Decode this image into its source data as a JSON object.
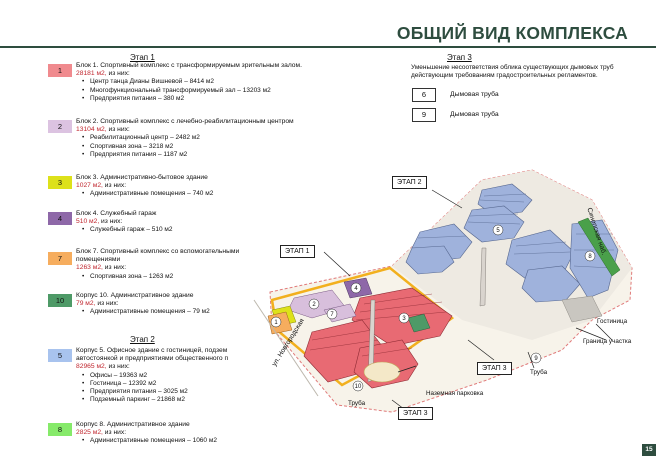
{
  "title": "ОБЩИЙ ВИД КОМПЛЕКСА",
  "page_number": "15",
  "stage1": {
    "heading": "Этап 1",
    "blocks": [
      {
        "num": "1",
        "color": "#f08a8e",
        "title": "Блок 1. Спортивный комплекс с трансформируемым зрительным залом.",
        "area": "28181 м2,",
        "area_suffix": " из них:",
        "items": [
          "Центр танца Дианы Вишневой – 8414 м2",
          "Многофункциональный трансформируемый зал – 13203 м2",
          "Предприятия питания – 380 м2"
        ]
      },
      {
        "num": "2",
        "color": "#dcc3e1",
        "title": "Блок 2. Спортивный комплекс с лечебно-реабилитационным центром",
        "area": "13104 м2,",
        "area_suffix": " из них:",
        "items": [
          "Реабилитационный центр – 2482 м2",
          "Спортивная зона – 3218 м2",
          "Предприятия питания – 1187 м2"
        ]
      },
      {
        "num": "3",
        "color": "#dde11a",
        "title": "Блок 3. Административно-бытовое здание",
        "area": "1027 м2,",
        "area_suffix": " из них:",
        "items": [
          "Административные помещения – 740 м2"
        ]
      },
      {
        "num": "4",
        "color": "#8e68a8",
        "title": "Блок 4. Служебный гараж",
        "area": "510 м2,",
        "area_suffix": " из них:",
        "items": [
          "Служебный гараж – 510 м2"
        ]
      },
      {
        "num": "7",
        "color": "#f6ad5e",
        "title": "Блок 7. Спортивный комплекс со вспомогательными",
        "title2": "помещениями",
        "area": "1263 м2,",
        "area_suffix": " из них:",
        "items": [
          "Спортивная зона – 1263 м2"
        ]
      },
      {
        "num": "10",
        "color": "#4e9a67",
        "title": "Корпус 10. Административное здание",
        "area": "79 м2,",
        "area_suffix": " из них:",
        "items": [
          "Административные помещения – 79 м2"
        ]
      }
    ]
  },
  "stage2": {
    "heading": "Этап 2",
    "blocks": [
      {
        "num": "5",
        "color": "#a8c3ee",
        "title": "Корпус 5. Офисное здание с гостиницей,  подзем",
        "title2": "автостоянкой и предприятиями общественного п",
        "area": "82965 м2,",
        "area_suffix": " из них:",
        "items": [
          "Офисы – 19363 м2",
          "Гостиница – 12392 м2",
          "Предприятия питания – 3025 м2",
          "Подземный паркинг – 21868 м2"
        ]
      },
      {
        "num": "8",
        "color": "#86ea6a",
        "title": "Корпус 8. Административное здание",
        "area": "2825 м2,",
        "area_suffix": " из них:",
        "items": [
          "Административные помещения – 1060 м2"
        ]
      }
    ]
  },
  "stage3": {
    "heading": "Этап 3",
    "description": "Уменьшение несоответствия облика существующих дымовых труб действующим требованиям градостроительных регламентов.",
    "pipes": [
      {
        "num": "6",
        "label": "Дымовая труба"
      },
      {
        "num": "9",
        "label": "Дымовая труба"
      }
    ]
  },
  "map": {
    "tags": {
      "etap1": "ЭТАП 1",
      "etap2": "ЭТАП 2",
      "etap3_right": "ЭТАП 3",
      "etap3_bottom": "ЭТАП 3"
    },
    "labels": {
      "street_nogorodskaya": "ул. Новгородская",
      "street_sinopskaya": "Синопская наб.",
      "gostinitsa": "Гостиница",
      "granitsa": "Граница участка",
      "parkovka": "Наземная парковка",
      "truba_left": "Труба",
      "truba_right": "Труба"
    },
    "markers": [
      "1",
      "2",
      "3",
      "4",
      "5",
      "7",
      "8",
      "9",
      "10"
    ]
  },
  "colors": {
    "brand": "#2e4d3f",
    "area_red": "#c0262e",
    "block1": "#e86a73",
    "block5": "#9fb2dc"
  }
}
